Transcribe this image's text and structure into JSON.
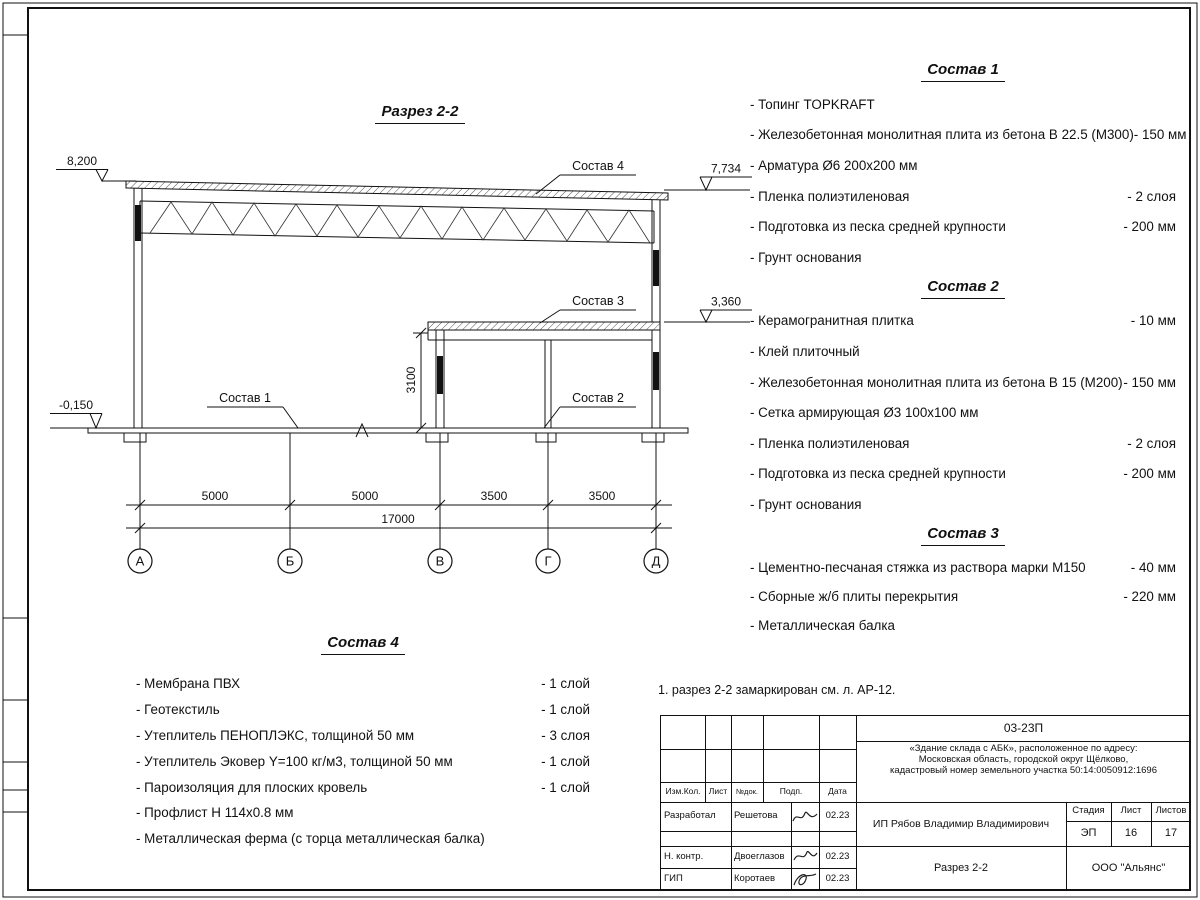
{
  "sheet": {
    "drawing_title": "Разрез 2-2",
    "note": "1. разрез 2-2 замаркирован см. л. АР-12."
  },
  "drawing": {
    "elev_top_left": "8,200",
    "elev_top_right": "7,734",
    "elev_mid_right": "3,360",
    "elev_ground": "-0,150",
    "dim1": "5000",
    "dim2": "5000",
    "dim3": "3500",
    "dim4": "3500",
    "dim_total": "17000",
    "dim_height": "3100",
    "axis1": "А",
    "axis2": "Б",
    "axis3": "В",
    "axis4": "Г",
    "axis5": "Д"
  },
  "comp1": {
    "title": "Состав 1",
    "items": [
      {
        "label": "- Топинг TOPKRAFT",
        "value": ""
      },
      {
        "label": "- Железобетонная  монолитная плита из бетона  В 22.5 (М300)- 150 мм",
        "value": ""
      },
      {
        "label": "- Арматура Ø6 200х200 мм",
        "value": ""
      },
      {
        "label": "- Пленка полиэтиленовая",
        "value": "-  2 слоя"
      },
      {
        "label": "- Подготовка из песка средней  крупности",
        "value": "- 200 мм"
      },
      {
        "label": "- Грунт основания",
        "value": ""
      }
    ]
  },
  "comp2": {
    "title": "Состав 2",
    "items": [
      {
        "label": "- Керамогранитная плитка",
        "value": "- 10 мм"
      },
      {
        "label": "- Клей плиточный",
        "value": ""
      },
      {
        "label": "- Железобетонная  монолитная плита из бетона В 15 (М200)",
        "value": "- 150 мм"
      },
      {
        "label": "- Сетка армирующая Ø3 100х100 мм",
        "value": ""
      },
      {
        "label": "- Пленка полиэтиленовая",
        "value": "-  2 слоя"
      },
      {
        "label": "- Подготовка из песка средней  крупности",
        "value": "- 200 мм"
      },
      {
        "label": "- Грунт основания",
        "value": ""
      }
    ]
  },
  "comp3": {
    "title": "Состав 3",
    "items": [
      {
        "label": "- Цементно-песчаная стяжка  из раствора марки М150",
        "value": "- 40 мм"
      },
      {
        "label": "- Сборные ж/б плиты перекрытия",
        "value": "- 220 мм"
      },
      {
        "label": "- Металлическая  балка",
        "value": ""
      }
    ]
  },
  "comp4": {
    "title": "Состав 4",
    "items": [
      {
        "label": "- Мембрана ПВХ",
        "value": "- 1 слой"
      },
      {
        "label": "- Геотекстиль",
        "value": "- 1 слой"
      },
      {
        "label": "- Утеплитель ПЕНОПЛЭКС, толщиной 50 мм",
        "value": "- 3 слоя"
      },
      {
        "label": "- Утеплитель Эковер Y=100 кг/м3, толщиной 50 мм",
        "value": "- 1 слой"
      },
      {
        "label": "- Пароизоляция для плоских кровель",
        "value": "- 1 слой"
      },
      {
        "label": "- Профлист Н 114х0.8 мм",
        "value": ""
      },
      {
        "label": "- Металлическая ферма (с торца металлическая балка)",
        "value": ""
      }
    ]
  },
  "titleblock": {
    "doc_code": "03-23П",
    "object_line1": "«Здание склада с АБК», расположенное по адресу:",
    "object_line2": "Московская область, городской округ Щёлково,",
    "object_line3": "кадастровый номер земельного участка 50:14:0050912:1696",
    "col_izm": "Изм.Кол.",
    "col_list": "Лист",
    "col_ndoc": "№док.",
    "col_podp": "Подп.",
    "col_data": "Дата",
    "row1_role": "Разработал",
    "row1_name": "Решетова",
    "row1_date": "02.23",
    "row2_role": "Н. контр.",
    "row2_name": "Двоеглазов",
    "row2_date": "02.23",
    "row3_role": "ГИП",
    "row3_name": "Коротаев",
    "row3_date": "02.23",
    "customer": "ИП Рябов Владимир Владимирович",
    "stage_label": "Стадия",
    "sheet_label": "Лист",
    "sheets_label": "Листов",
    "stage": "ЭП",
    "sheet": "16",
    "sheets": "17",
    "section_name": "Разрез 2-2",
    "org": "ООО \"Альянс\""
  }
}
